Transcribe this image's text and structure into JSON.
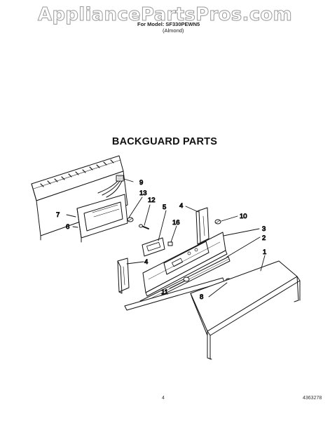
{
  "watermark": "AppliancePartsPros.com",
  "header": {
    "model_line": "For Model: SF330PEWN5",
    "color_line": "(Almond)"
  },
  "title": "BACKGUARD PARTS",
  "callouts": [
    "9",
    "13",
    "12",
    "5",
    "4",
    "10",
    "7",
    "6",
    "16",
    "3",
    "2",
    "1",
    "4",
    "11",
    "8"
  ],
  "footer": {
    "page_number": "4",
    "doc_number": "4363278"
  }
}
